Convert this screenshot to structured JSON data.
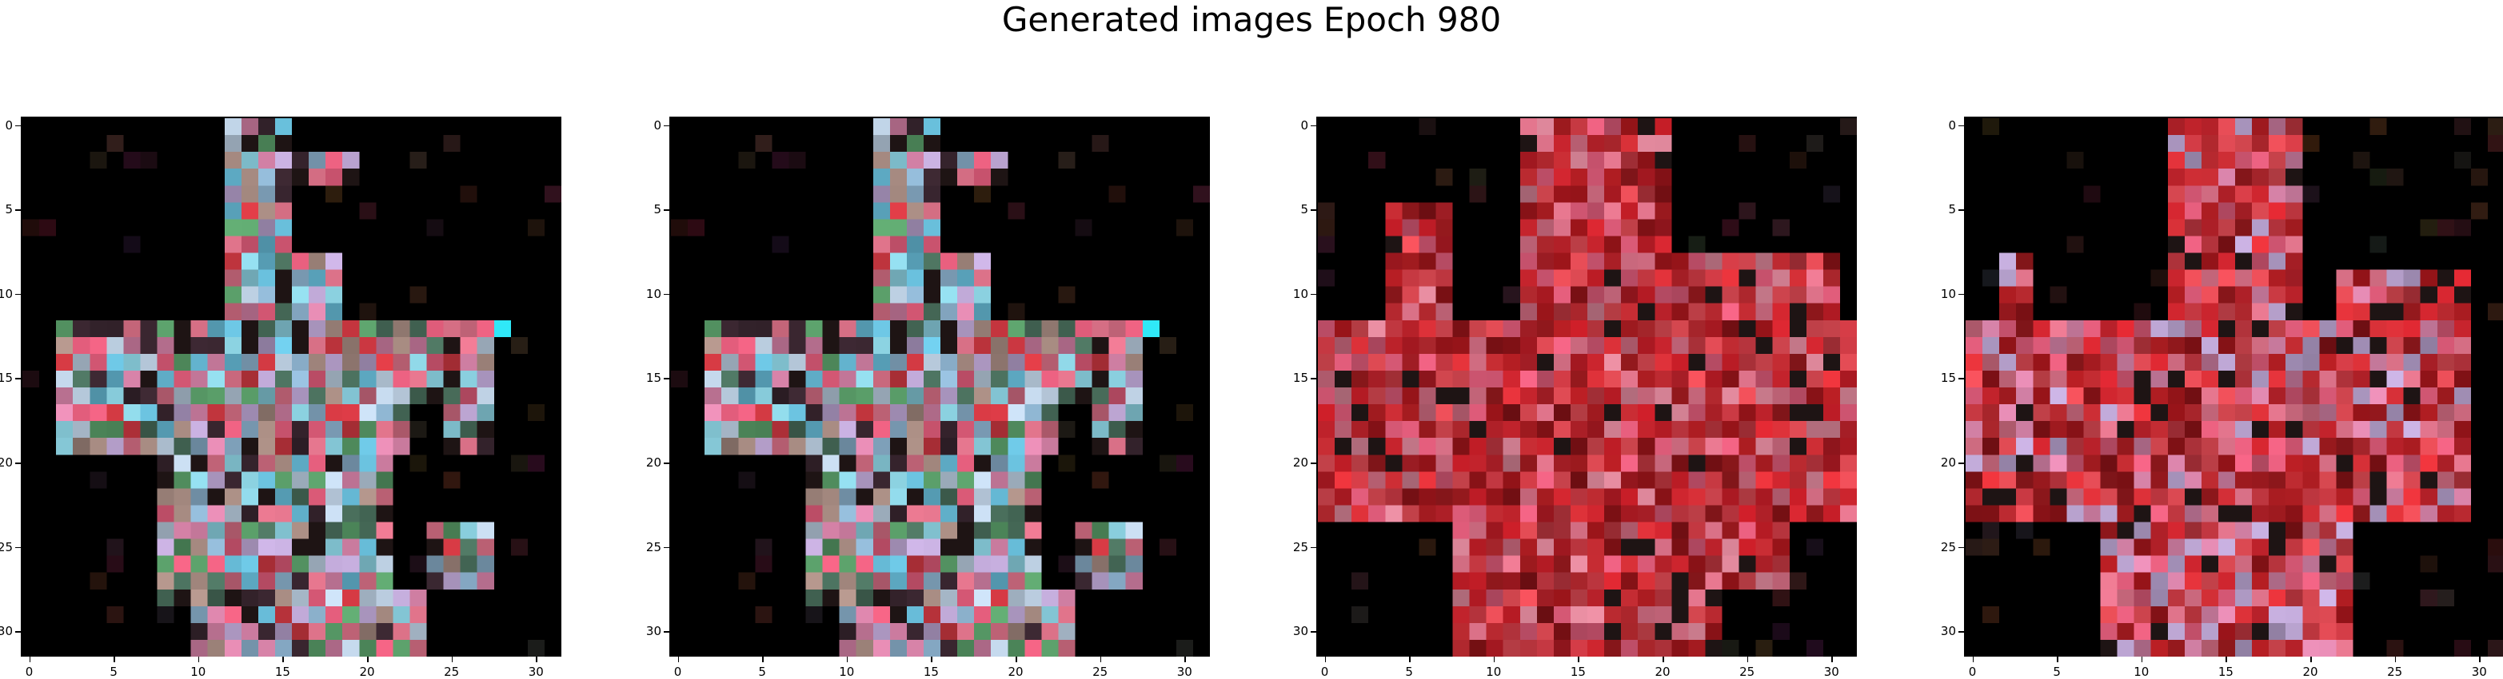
{
  "figure": {
    "title": "Generated images Epoch 980"
  },
  "axes": {
    "x_ticks": [
      "0",
      "5",
      "10",
      "15",
      "20",
      "25",
      "30"
    ],
    "y_ticks": [
      "0",
      "5",
      "10",
      "15",
      "20",
      "25",
      "30"
    ],
    "tick_values": [
      0,
      5,
      10,
      15,
      20,
      25,
      30
    ],
    "image_size": 32
  },
  "panels": [
    {
      "id": "generated-image-1",
      "palette": "blue-pink"
    },
    {
      "id": "generated-image-2",
      "palette": "blue-pink"
    },
    {
      "id": "generated-image-3",
      "palette": "red"
    },
    {
      "id": "generated-image-4",
      "palette": "red-mixed"
    }
  ],
  "colors": {
    "background": "#000000",
    "red": "#e8343c",
    "pink": "#e87890",
    "light_blue": "#90d8e8",
    "cyan": "#30e8f8",
    "lavender": "#c8b0e0",
    "green": "#60a870"
  }
}
